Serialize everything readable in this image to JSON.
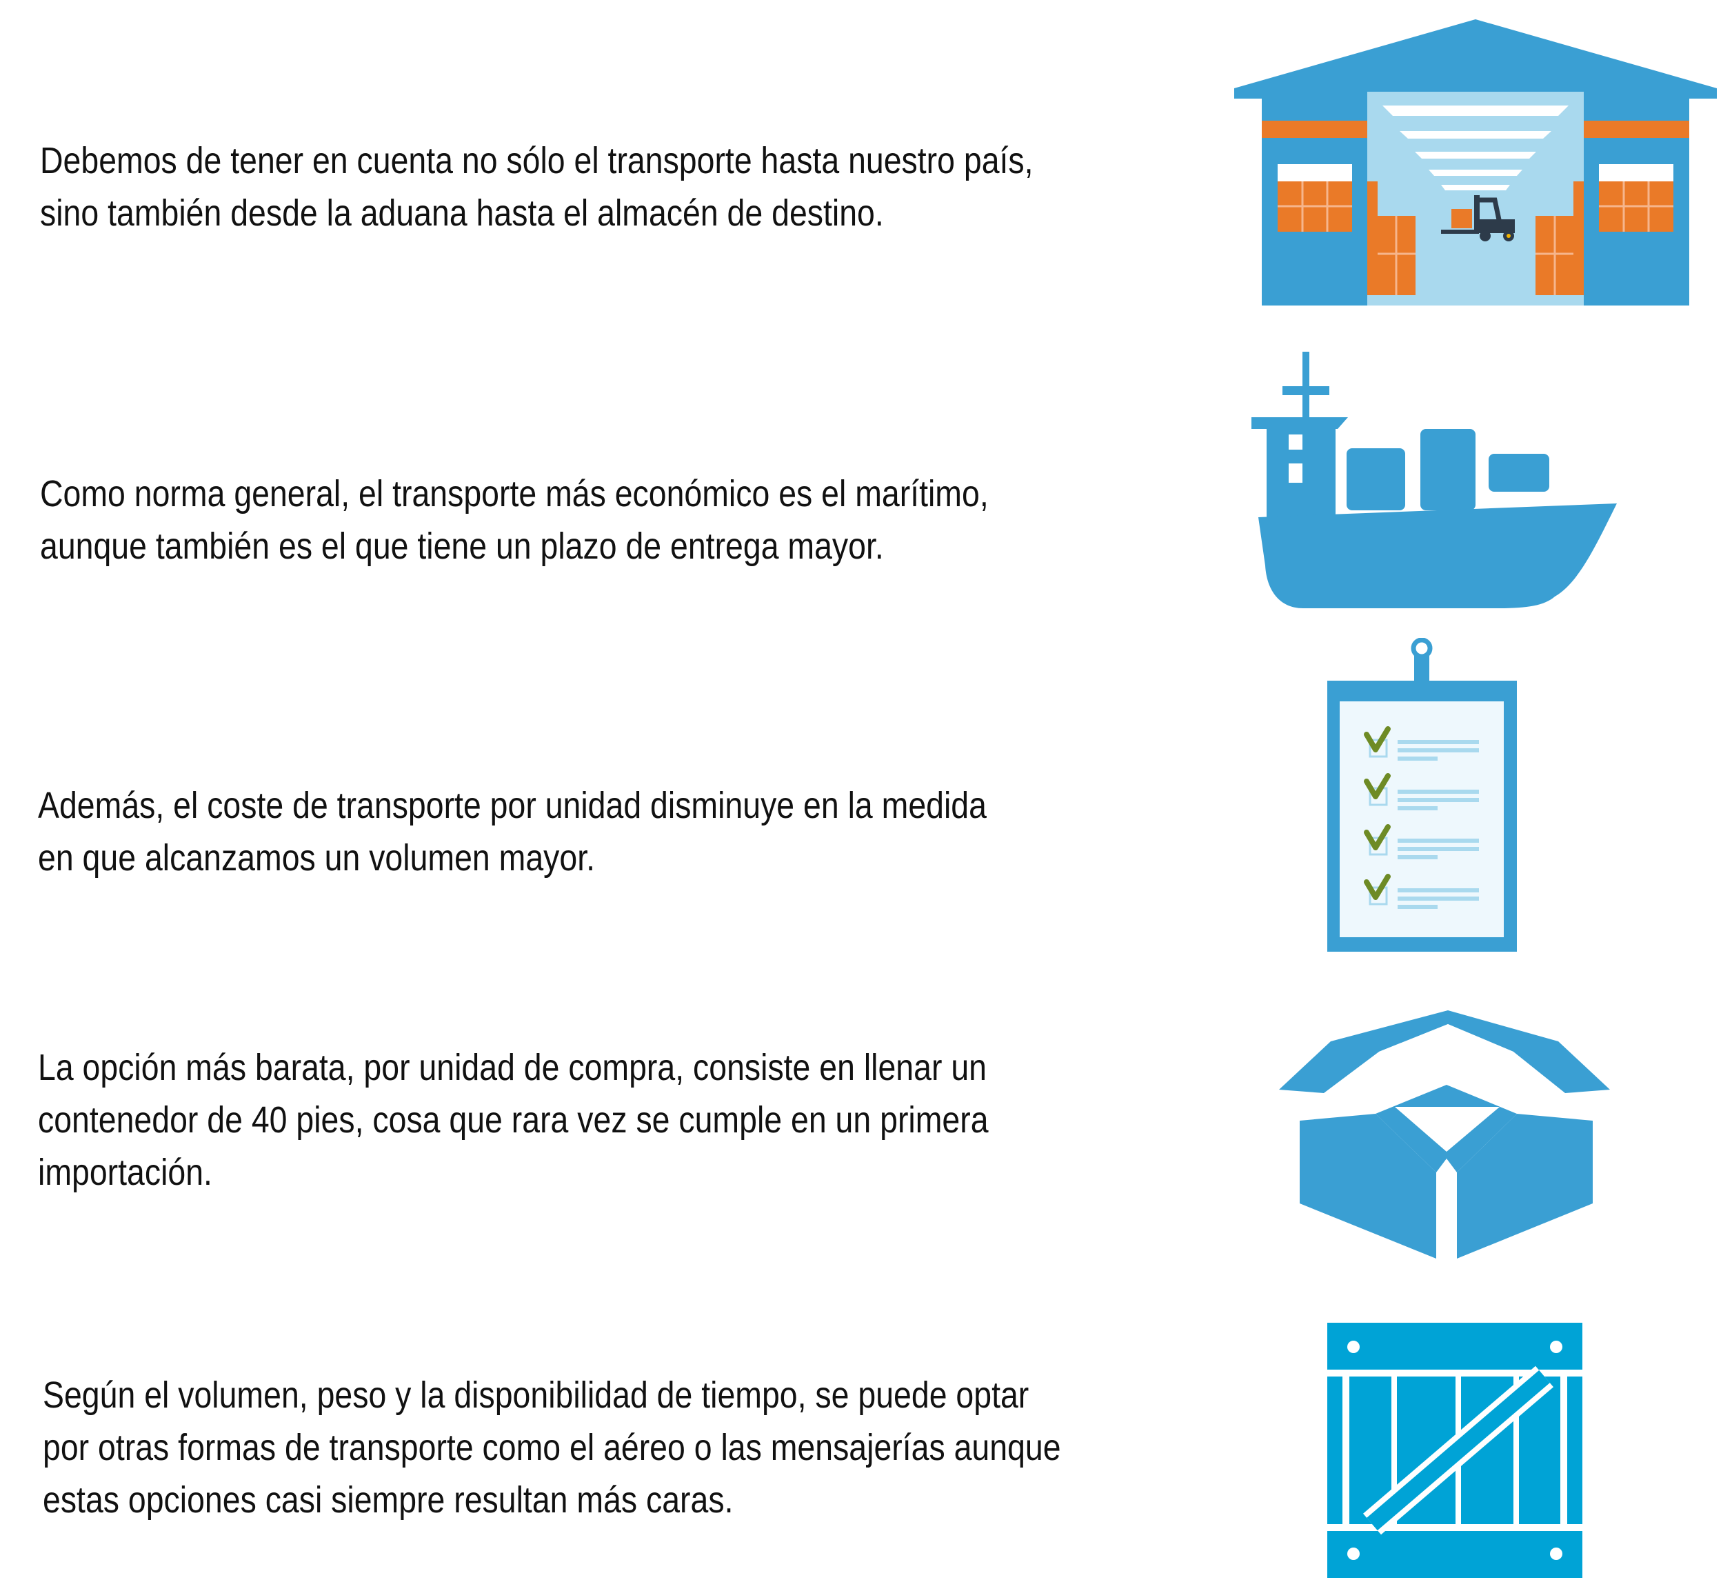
{
  "colors": {
    "blue": "#3a9fd3",
    "light_blue": "#a9d9ee",
    "orange": "#ea7a28",
    "crate_blue": "#00a3d6",
    "check_green": "#6e8b25",
    "text": "#111111"
  },
  "items": [
    {
      "icon": "warehouse-icon",
      "lines": [
        "Debemos de tener en cuenta no sólo el transporte hasta nuestro país,",
        "sino también desde la aduana hasta el almacén de destino."
      ]
    },
    {
      "icon": "cargo-ship-icon",
      "lines": [
        "Como norma general, el transporte más económico es el marítimo,",
        "aunque también es el que tiene un plazo de entrega mayor."
      ]
    },
    {
      "icon": "clipboard-checklist-icon",
      "lines": [
        "Además, el coste de transporte por unidad disminuye en la medida",
        "en que alcanzamos un volumen mayor."
      ]
    },
    {
      "icon": "open-box-icon",
      "lines": [
        "La opción más barata, por unidad de compra, consiste en llenar un",
        "contenedor de 40 pies, cosa que rara vez se cumple en un primera",
        "importación."
      ]
    },
    {
      "icon": "wooden-crate-icon",
      "lines": [
        "Según el volumen, peso y la disponibilidad de tiempo, se puede optar",
        "por otras formas de transporte como el aéreo o las mensajerías aunque",
        "estas opciones casi siempre resultan más caras."
      ]
    }
  ]
}
